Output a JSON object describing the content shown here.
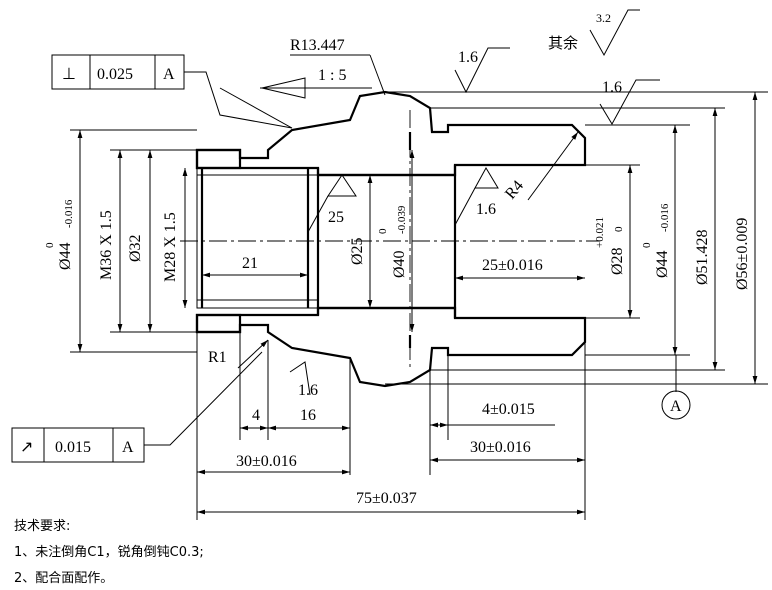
{
  "title_fcf_1": {
    "symbol": "⊥",
    "value": "0.025",
    "datum": "A"
  },
  "title_fcf_2": {
    "symbol": "↗",
    "value": "0.015",
    "datum": "A"
  },
  "labels": {
    "r13": "R13.447",
    "taper": "1 : 5",
    "rough_1_6_a": "1.6",
    "rough_1_6_b": "1.6",
    "rough_1_6_c": "1.6",
    "rough_1_6_d": "1.6",
    "rough_3_2": "3.2",
    "rest": "其余",
    "rough_25": "25",
    "r4": "R4",
    "r1": "R1",
    "datum_a": "A"
  },
  "dims": {
    "d44_left": "Ø44",
    "d44_left_tol_up": "0",
    "d44_left_tol_low": "-0.016",
    "m36": "M36 X 1.5",
    "d32": "Ø32",
    "m28": "M28 X 1.5",
    "l21": "21",
    "d25": "Ø25",
    "d40": "Ø40",
    "d40_tol_up": "0",
    "d40_tol_low": "-0.039",
    "l25": "25±0.016",
    "d28": "Ø28",
    "d28_tol_up": "+0.021",
    "d28_tol_low": "0",
    "d44_right": "Ø44",
    "d44_right_tol_up": "0",
    "d44_right_tol_low": "-0.016",
    "d51": "Ø51.428",
    "d56": "Ø56±0.009",
    "l4": "4",
    "l16": "16",
    "l4_015": "4±0.015",
    "l30_left": "30±0.016",
    "l30_right": "30±0.016",
    "l75": "75±0.037"
  },
  "notes": {
    "heading": "技术要求:",
    "line1": "1、未注倒角C1，锐角倒钝C0.3;",
    "line2": "2、配合面配作。"
  }
}
